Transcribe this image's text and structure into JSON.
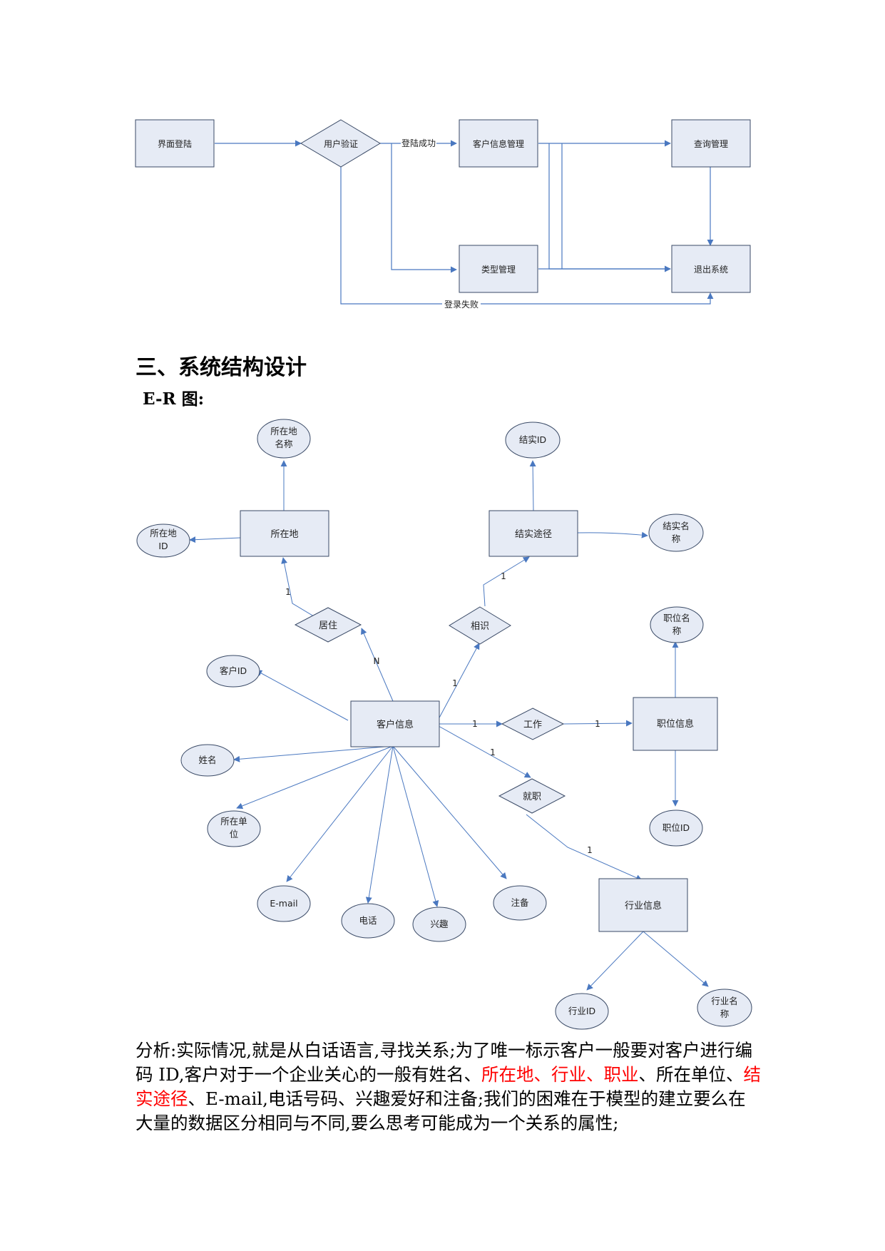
{
  "flowchart": {
    "nodes": {
      "login": "界面登陆",
      "verify": "用户验证",
      "customer_mgmt": "客户信息管理",
      "query_mgmt": "查询管理",
      "type_mgmt": "类型管理",
      "exit": "退出系统"
    },
    "edge_labels": {
      "success": "登陆成功",
      "fail": "登录失败"
    }
  },
  "section_heading": "三、系统结构设计",
  "er_heading": "E-R 图:",
  "er": {
    "entities": {
      "location": "所在地",
      "meet_way": "结实途径",
      "customer": "客户信息",
      "job": "职位信息",
      "industry": "行业信息"
    },
    "relations": {
      "reside": "居住",
      "acquaint": "相识",
      "work": "工作",
      "employ": "就职"
    },
    "attributes": {
      "location_name": [
        "所在地",
        "名称"
      ],
      "location_id": [
        "所在地",
        "ID"
      ],
      "meet_id": "结实ID",
      "meet_name": [
        "结实名",
        "称"
      ],
      "job_name": [
        "职位名",
        "称"
      ],
      "job_id": "职位ID",
      "customer_id": "客户ID",
      "name": "姓名",
      "company": [
        "所在单",
        "位"
      ],
      "email": "E-mail",
      "phone": "电话",
      "interest": "兴趣",
      "note": "注备",
      "industry_id": "行业ID",
      "industry_name": [
        "行业名",
        "称"
      ]
    },
    "cardinalities": {
      "reside_location": "1",
      "reside_customer": "N",
      "acquaint_meet": "1",
      "acquaint_customer": "1",
      "work_customer": "1",
      "work_job": "1",
      "employ_customer": "1",
      "employ_industry": "1"
    }
  },
  "analysis": {
    "part1": "分析:实际情况,就是从白话语言,寻找关系;为了唯一标示客户一般要对客户进行编码 ID,客户对于一个企业关心的一般有姓名、",
    "hl1": "所在地",
    "sep1": "、",
    "hl2": "行业",
    "sep2": "、",
    "hl3": "职业",
    "part2": "、所在单位、",
    "hl4": "结实途径",
    "part3": "、E-mail,电话号码、兴趣爱好和注备;我们的困难在于模型的建立要么在大量的数据区分相同与不同,要么思考可能成为一个关系的属性;"
  },
  "colors": {
    "box_fill": "#e6ebf5",
    "box_stroke": "#3a4a66",
    "arrow": "#4a78c0",
    "highlight": "#ff0000"
  }
}
